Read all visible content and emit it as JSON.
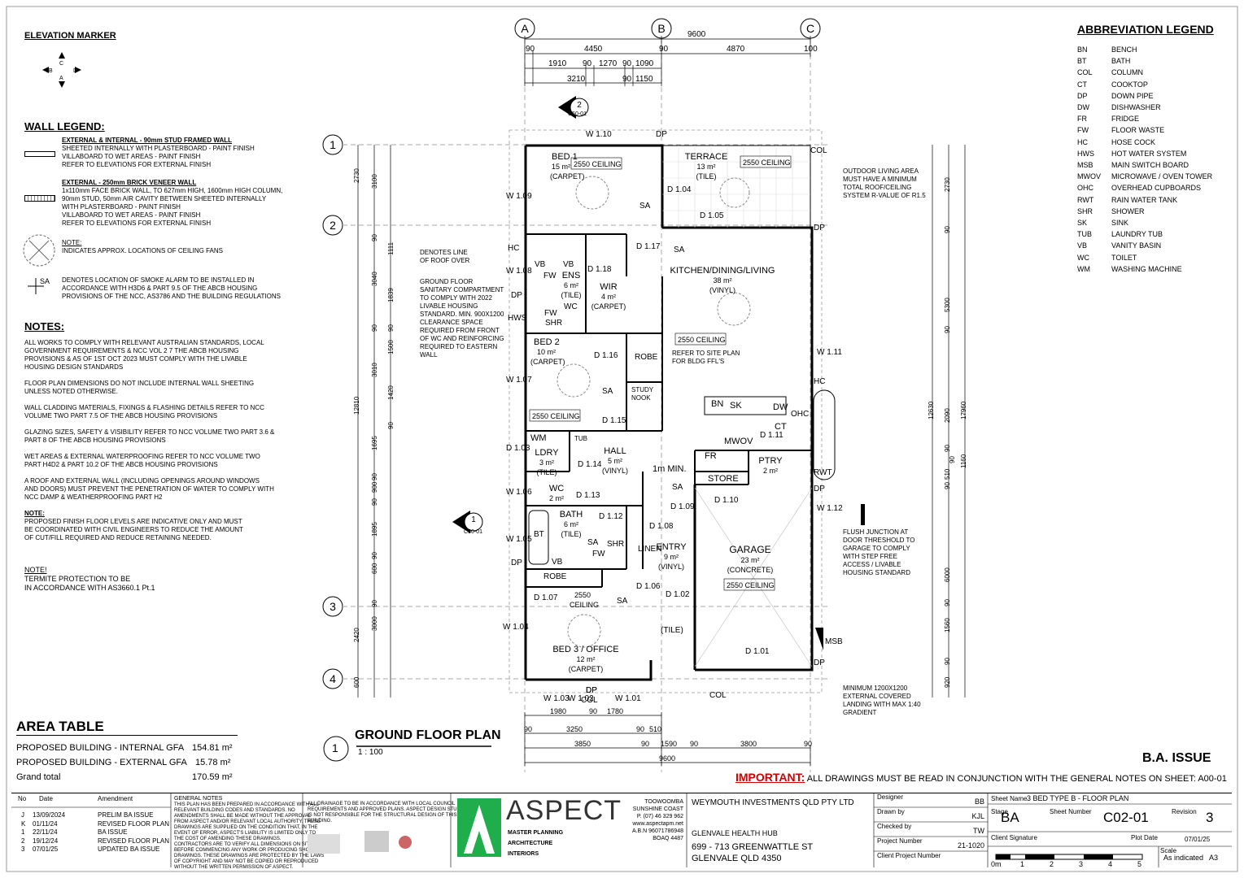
{
  "elevation_marker": {
    "title": "ELEVATION MARKER",
    "letters": [
      "C",
      "B",
      "D",
      "A"
    ]
  },
  "wall_legend": {
    "title": "WALL LEGEND:",
    "stud": {
      "heading": "EXTERNAL & INTERNAL -  90mm STUD FRAMED WALL",
      "lines": [
        "SHEETED INTERNALLY WITH PLASTERBOARD - PAINT FINISH",
        "VILLABOARD TO WET AREAS - PAINT FINISH",
        "REFER TO ELEVATIONS FOR EXTERNAL FINISH"
      ]
    },
    "brick": {
      "heading": "EXTERNAL - 250mm BRICK VENEER WALL",
      "lines": [
        "1x110mm FACE BRICK WALL, TO 627mm HIGH, 1600mm HIGH COLUMN,",
        "90mm STUD, 50mm AIR    CAVITY BETWEEN SHEETED INTERNALLY",
        "WITH PLASTERBOARD -   PAINT FINISH",
        "VILLABOARD TO WET AREAS - PAINT FINISH",
        "REFER TO ELEVATIONS FOR EXTERNAL FINISH"
      ]
    },
    "fan": {
      "heading": "NOTE:",
      "lines": [
        "INDICATES APPROX. LOCATIONS OF CEILING FANS"
      ]
    },
    "smoke": {
      "tag": "SA",
      "lines": [
        "DENOTES LOCATION OF SMOKE ALARM TO BE INSTALLED IN",
        "ACCORDANCE WITH H3D6 & PART 9.5 OF THE ABCB HOUSING",
        "PROVISIONS OF THE NCC, AS3786 AND THE BUILDING REGULATIONS"
      ]
    }
  },
  "notes": {
    "title": "NOTES:",
    "paragraphs": [
      [
        "ALL WORKS TO COMPLY WITH RELEVANT AUSTRALIAN STANDARDS, LOCAL",
        "GOVERNMENT REQUIREMENTS & NCC VOL 2 7 THE ABCB HOUSING",
        "PROVISIONS & AS OF 1ST OCT 2023 MUST COMPLY WITH THE LIVABLE",
        "HOUSING DESIGN STANDARDS"
      ],
      [
        "FLOOR PLAN DIMENSIONS DO NOT INCLUDE INTERNAL WALL SHEETING",
        "UNLESS NOTED OTHERWISE."
      ],
      [
        "WALL CLADDING MATERIALS, FIXINGS & FLASHING DETAILS REFER TO NCC",
        "VOLUME TWO PART 7.5 OF THE ABCB HOUSING PROVISIONS"
      ],
      [
        "GLAZING SIZES, SAFETY & VISIBILITY REFER TO NCC VOLUME TWO PART 3.6 &",
        "PART 8 OF THE ABCB HOUSING PROVISIONS"
      ],
      [
        "WET AREAS & EXTERNAL WATERPROOFING REFER TO NCC VOLUME TWO",
        "PART H4D2 & PART 10.2 OF THE ABCB HOUSING PROVISIONS"
      ],
      [
        "A ROOF AND EXTERNAL WALL (INCLUDING OPENINGS AROUND WINDOWS",
        "AND DOORS) MUST PREVENT THE PENETRATION OF WATER TO COMPLY WITH",
        "NCC DAMP & WEATHERPROOFING PART H2"
      ]
    ],
    "note2_heading": "NOTE:",
    "note2_lines": [
      "PROPOSED FINISH FLOOR LEVELS ARE INDICATIVE ONLY AND MUST",
      "BE COORDINATED WITH CIVIL ENGINEERS TO REDUCE THE AMOUNT",
      "OF CUT/FILL REQUIRED AND REDUCE RETAINING NEEDED."
    ],
    "note3_heading": "NOTE!",
    "note3_lines": [
      "TERMITE PROTECTION TO BE",
      "IN ACCORDANCE WITH AS3660.1 Pt.1"
    ]
  },
  "area_table": {
    "title": "AREA TABLE",
    "rows": [
      {
        "label": "PROPOSED BUILDING - INTERNAL GFA",
        "value": "154.81 m²"
      },
      {
        "label": "PROPOSED BUILDING - EXTERNAL GFA",
        "value": "15.78 m²"
      },
      {
        "label": "Grand total",
        "value": "170.59 m²"
      }
    ]
  },
  "abbreviation_legend": {
    "title": "ABBREVIATION LEGEND",
    "items": [
      [
        "BN",
        "BENCH"
      ],
      [
        "BT",
        "BATH"
      ],
      [
        "COL",
        "COLUMN"
      ],
      [
        "CT",
        "COOKTOP"
      ],
      [
        "DP",
        "DOWN PIPE"
      ],
      [
        "DW",
        "DISHWASHER"
      ],
      [
        "FR",
        "FRIDGE"
      ],
      [
        "FW",
        "FLOOR WASTE"
      ],
      [
        "HC",
        "HOSE COCK"
      ],
      [
        "HWS",
        "HOT WATER SYSTEM"
      ],
      [
        "MSB",
        "MAIN SWITCH BOARD"
      ],
      [
        "MWOV",
        "MICROWAVE / OVEN TOWER"
      ],
      [
        "OHC",
        "OVERHEAD CUPBOARDS"
      ],
      [
        "RWT",
        "RAIN WATER TANK"
      ],
      [
        "SHR",
        "SHOWER"
      ],
      [
        "SK",
        "SINK"
      ],
      [
        "TUB",
        "LAUNDRY TUB"
      ],
      [
        "VB",
        "VANITY BASIN"
      ],
      [
        "WC",
        "TOILET"
      ],
      [
        "WM",
        "WASHING MACHINE"
      ]
    ]
  },
  "plan": {
    "grid_cols": [
      "A",
      "B",
      "C"
    ],
    "grid_rows": [
      "1",
      "2",
      "3",
      "4"
    ],
    "top_dims": {
      "overall": "9600",
      "row1": [
        "90",
        "4450",
        "90",
        "4870",
        "100"
      ],
      "row2": [
        "1910",
        "90",
        "1270",
        "90",
        "1090"
      ],
      "row3": [
        "3210",
        "90",
        "1150"
      ]
    },
    "left_dims": [
      "2730",
      "3100",
      "90",
      "1111",
      "90",
      "3040",
      "1839",
      "90",
      "1500",
      "3010",
      "1420",
      "90",
      "12810",
      "1695",
      "90",
      "900",
      "90",
      "1895",
      "90",
      "600",
      "90",
      "3000",
      "2420",
      "600"
    ],
    "right_dims": [
      "2730",
      "90",
      "5300",
      "90",
      "12630",
      "2090",
      "17960",
      "90",
      "510",
      "90",
      "1160",
      "90",
      "6000",
      "90",
      "1560",
      "90",
      "920"
    ],
    "bottom_dims": {
      "row1": [
        "1980",
        "90",
        "1780"
      ],
      "row2": [
        "90",
        "3250",
        "90",
        "510"
      ],
      "row3": [
        "3850",
        "90",
        "1590",
        "90",
        "3800",
        "90"
      ],
      "overall": "9600"
    },
    "rooms": [
      {
        "name": "BED 1",
        "area": "15 m²",
        "fin": "(CARPET)"
      },
      {
        "name": "TERRACE",
        "area": "13 m²",
        "fin": "(TILE)"
      },
      {
        "name": "KITCHEN/DINING/LIVING",
        "area": "38 m²",
        "fin": "(VINYL)"
      },
      {
        "name": "ENS",
        "area": "6 m²",
        "fin": "(TILE)"
      },
      {
        "name": "WIR",
        "area": "4 m²",
        "fin": "(CARPET)"
      },
      {
        "name": "BED 2",
        "area": "10 m²",
        "fin": "(CARPET)"
      },
      {
        "name": "LDRY",
        "area": "3 m²",
        "fin": "(TILE)"
      },
      {
        "name": "HALL",
        "area": "5 m²",
        "fin": "(VINYL)"
      },
      {
        "name": "PTRY",
        "area": "2 m²",
        "fin": ""
      },
      {
        "name": "WC",
        "area": "2 m²",
        "fin": ""
      },
      {
        "name": "BATH",
        "area": "6 m²",
        "fin": "(TILE)"
      },
      {
        "name": "ENTRY",
        "area": "9 m²",
        "fin": "(VINYL)"
      },
      {
        "name": "GARAGE",
        "area": "23 m²",
        "fin": "(CONCRETE)"
      },
      {
        "name": "BED 3 / OFFICE",
        "area": "12 m²",
        "fin": "(CARPET)"
      }
    ],
    "ceilings": [
      "2550 CEILING",
      "2550 CEILING",
      "2550 CEILING",
      "2550 CEILING",
      "2550 CEILING",
      "2550",
      "CEILING"
    ],
    "fixtures": [
      "VB",
      "VB",
      "FW",
      "WC",
      "FW",
      "SHR",
      "HWS",
      "HC",
      "HC",
      "DP",
      "DP",
      "DP",
      "DP",
      "DP",
      "DP",
      "DP",
      "DP",
      "COL",
      "COL",
      "COL",
      "SA",
      "SA",
      "SA",
      "SA",
      "SA",
      "SA",
      "ROBE",
      "ROBE",
      "LINEN",
      "STUDY",
      "NOOK",
      "BN",
      "SK",
      "DW",
      "OHC",
      "CT",
      "MWOV",
      "FR",
      "STORE",
      "RWT",
      "MSB",
      "WM",
      "TUB",
      "BT",
      "VB",
      "FW",
      "SHR",
      "1m MIN.",
      "(TILE)"
    ],
    "window_tags": [
      "W 1.10",
      "W 1.09",
      "W 1.08",
      "W 1.07",
      "W 1.06",
      "W 1.05",
      "W 1.04",
      "W 1.03",
      "W 1.02",
      "W 1.01",
      "W 1.11",
      "W 1.12"
    ],
    "door_tags": [
      "D 1.04",
      "D 1.05",
      "D 1.17",
      "D 1.18",
      "D 1.16",
      "D 1.15",
      "D 1.03",
      "D 1.14",
      "D 1.13",
      "D 1.12",
      "D 1.11",
      "D 1.10",
      "D 1.09",
      "D 1.08",
      "D 1.07",
      "D 1.06",
      "D 1.02",
      "D 1.01"
    ],
    "section_markers": [
      {
        "num": "2",
        "ref": "C50-01"
      },
      {
        "num": "1",
        "ref": "C50-01"
      }
    ],
    "annotations": {
      "roof": [
        "DENOTES LINE",
        "OF ROOF OVER"
      ],
      "sanitary": [
        "GROUND FLOOR",
        "SANITARY COMPARTMENT",
        "TO COMPLY WITH 2022",
        "LIVABLE HOUSING",
        "STANDARD. MIN. 900X1200",
        "CLEARANCE SPACE",
        "REQUIRED FROM FRONT",
        "OF WC AND REINFORCING",
        "REQUIRED TO EASTERN",
        "WALL"
      ],
      "outdoor": [
        "OUTDOOR LIVING AREA",
        "MUST HAVE A MINIMUM",
        "TOTAL ROOF/CEILING",
        "SYSTEM R-VALUE OF R1.5"
      ],
      "site": [
        "REFER TO SITE PLAN",
        "FOR BLDG FFL'S"
      ],
      "flush": [
        "FLUSH JUNCTION AT",
        "DOOR THRESHOLD TO",
        "GARAGE TO COMPLY",
        "WITH STEP FREE",
        "ACCESS / LIVABLE",
        "HOUSING STANDARD"
      ],
      "landing": [
        "MINIMUM 1200X1200",
        "EXTERNAL COVERED",
        "LANDING WITH MAX 1:40",
        "GRADIENT"
      ]
    },
    "title_num": "1",
    "title": "GROUND FLOOR PLAN",
    "scale": "1 : 100"
  },
  "ba_issue": "B.A. ISSUE",
  "important": {
    "label": "IMPORTANT:",
    "text": "ALL DRAWINGS MUST BE READ IN CONJUNCTION WITH THE GENERAL NOTES ON SHEET:  A00-01"
  },
  "title_block": {
    "amend_headers": [
      "No",
      "Date",
      "Amendment"
    ],
    "amendments": [
      [
        "J",
        "13/09/2024",
        "PRELIM BA ISSUE"
      ],
      [
        "K",
        "01/11/24",
        "REVISED FLOOR PLAN"
      ],
      [
        "1",
        "22/11/24",
        "BA ISSUE"
      ],
      [
        "2",
        "19/12/24",
        "REVISED FLOOR PLAN"
      ],
      [
        "3",
        "07/01/25",
        "UPDATED BA ISSUE"
      ]
    ],
    "general_notes_title": "GENERAL NOTES",
    "general_notes": [
      "THIS PLAN HAS BEEN PREPARED IN ACCORDANCE WITH ALL",
      "RELEVANT BUILDING CODES AND STANDARDS. NO",
      "AMENDMENTS SHALL BE MADE WITHOUT THE  APPROVAL",
      "FROM ASPECT AND/OR RELEVANT LOCAL AUTHORITY. THESE",
      "DRAWINGS ARE SUPPLIED ON THE CONDITION THAT, IN THE",
      "EVENT OF ERROR, ASPECT'S LIABILITY IS LIMITED ONLY TO",
      "THE COST OF AMENDING THESE DRAWINGS.",
      "CONTRACTORS ARE TO VERIFY ALL DIMENSIONS ON SITE",
      "BEFORE COMMENCING ANY WORK OR PRODUCING SHOP",
      "DRAWINGS. THESE DRAWINGS ARE PROTECTED BY THE LAWS",
      "OF COPYRIGHT AND MAY NOT BE COPIED OR REPRODUCED",
      "WITHOUT THE WRITTEN PERMISSION OF ASPECT."
    ],
    "drainage_note": [
      "ALL DRAINAGE TO BE IN ACCORDANCE WITH LOCAL COUNCIL",
      "REQUIREMENTS AND APPROVED PLANS. ASPECT DESIGN STUDIOS",
      "IS NOT RESPONSIBLE FOR THE STRUCTURAL DESIGN OF THIS",
      "BUILDING."
    ],
    "logo_name": "ASPECT",
    "logo_sub": [
      "MASTER PLANNING",
      "ARCHITECTURE",
      "INTERIORS"
    ],
    "office": [
      "TOOWOOMBA",
      "SUNSHINE COAST",
      "P. (07) 46 329 962",
      "www.aspectapm.net",
      "A.B.N 96071786948",
      "BOAQ 4487"
    ],
    "client": "WEYMOUTH INVESTMENTS QLD PTY LTD",
    "project": "GLENVALE HEALTH HUB",
    "address": [
      "699 - 713 GREENWATTLE ST",
      "GLENVALE QLD 4350"
    ],
    "fields": [
      [
        "Designer",
        "BB"
      ],
      [
        "Drawn by",
        "KJL"
      ],
      [
        "Checked by",
        "TW"
      ],
      [
        "Project Number",
        "21-1020"
      ],
      [
        "Client Project Number",
        ""
      ]
    ],
    "sheet_name_label": "Sheet Name",
    "sheet_name": "3 BED TYPE B - FLOOR PLAN",
    "stage_label": "Stage",
    "stage": "BA",
    "sheet_number_label": "Sheet Number",
    "sheet_number": "C02-01",
    "revision_label": "Revision",
    "revision": "3",
    "client_sig_label": "Client Signature",
    "plot_date_label": "Plot Date",
    "plot_date": "07/01/25",
    "scale_label": "Scale",
    "scale_value": "As indicated",
    "paper": "A3",
    "scalebar": [
      "0m",
      "1",
      "2",
      "3",
      "4",
      "5"
    ]
  }
}
